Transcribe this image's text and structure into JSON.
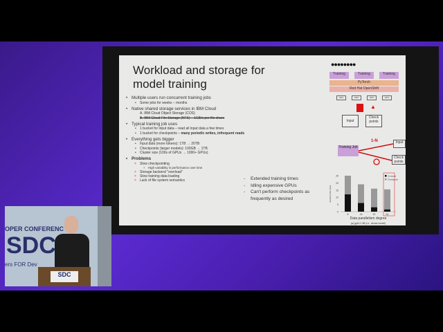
{
  "slide": {
    "title": "Workload and storage for model training",
    "bullets": [
      {
        "text": "Multiple users run concurrent training jobs",
        "sub": [
          "Some jobs for weeks – months"
        ]
      },
      {
        "text": "Native shared storage services in IBM Cloud",
        "lettered": [
          "A.    IBM Cloud Object Storage (COS)",
          "B.    IBM Cloud File Storage (NFS) – 1GB/s per file share"
        ]
      },
      {
        "text": "Typical training job uses",
        "sub": [
          "1 bucket for input data – read all input data a few times"
        ],
        "sub_bold_prefix": "1 bucket for checkpoints – ",
        "sub_bold": "many periodic writes, infrequent reads"
      },
      {
        "text": "Everything gets bigger",
        "sub": [
          "Input data (more tokens): 1TB → 20TB",
          "Checkpoints (larger models): 100GB → 1TB",
          "Cluster size (100s of GPUs → 1000+ GPUs)"
        ]
      }
    ],
    "problems": {
      "title": "Problems",
      "items": [
        "Slow checkpointing",
        "High variability in performance over time",
        "Storage backend \"overload\"",
        "Slow training data loading",
        "Lack of file system semantics"
      ]
    },
    "consequences": [
      "Extended training times",
      "Idling expensive GPUs",
      "Can't perform checkpoints as frequently as desired"
    ],
    "diagram": {
      "training": "Training",
      "pytorch": "PyTorch",
      "openshift": "Red Hat OpenShift",
      "gpu": "GPU",
      "input": "Input",
      "checkpoints": "Check points",
      "training_job": "Training Job",
      "ratio": "1-N"
    },
    "chart": {
      "legend": [
        "Compute",
        "Checkpoint"
      ],
      "xlabel": "Data parallelism degree",
      "ylabel": "Iteration time (sec)",
      "categories": [
        "8",
        "16",
        "32",
        "64"
      ],
      "compute": [
        12,
        6,
        3,
        1.5
      ],
      "total": [
        25,
        19,
        16,
        15.5
      ],
      "yticks": [
        "0",
        "5",
        "10",
        "15",
        "20",
        "25"
      ],
      "caption": "(a) gpt3-1.3B (i.e., dense model)"
    }
  },
  "video": {
    "banner": "OPER CONFERENC",
    "logo": "SDC",
    "tagline": "ers FOR Dev",
    "podium_logo": "SDC"
  }
}
